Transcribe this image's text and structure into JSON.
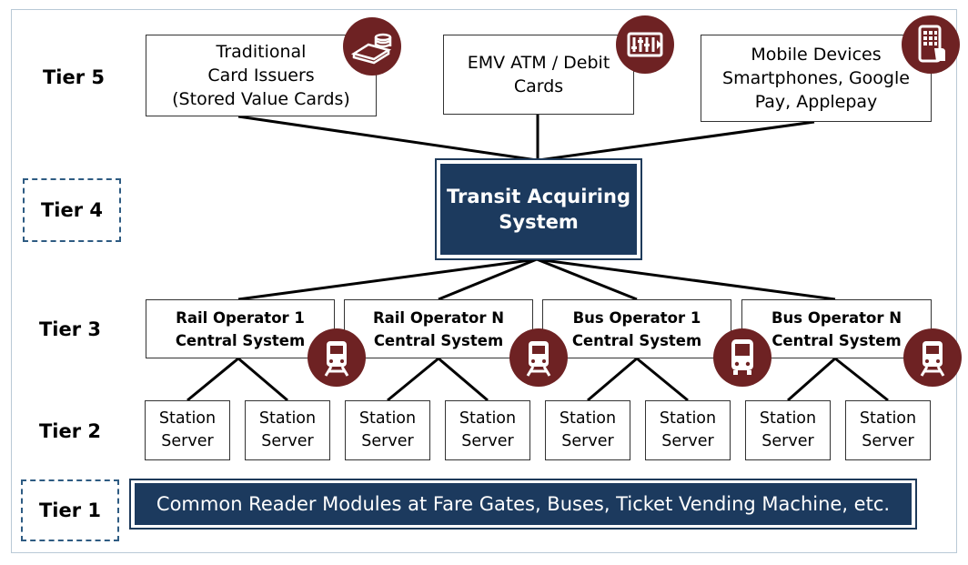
{
  "tiers": {
    "t5": "Tier 5",
    "t4": "Tier 4",
    "t3": "Tier 3",
    "t2": "Tier 2",
    "t1": "Tier 1"
  },
  "issuers": [
    {
      "label": "Traditional\nCard Issuers\n(Stored Value Cards)",
      "icon": "coin-stack-icon"
    },
    {
      "label": "EMV ATM / Debit\nCards",
      "icon": "atm-keypad-icon"
    },
    {
      "label": "Mobile Devices\nSmartphones, Google\nPay, Applepay",
      "icon": "phone-tap-icon"
    }
  ],
  "acquirer": "Transit Acquiring\nSystem",
  "operators": [
    {
      "label": "Rail Operator 1\nCentral System",
      "icon": "train-icon"
    },
    {
      "label": "Rail Operator N\nCentral System",
      "icon": "train-icon"
    },
    {
      "label": "Bus Operator 1\nCentral System",
      "icon": "bus-icon"
    },
    {
      "label": "Bus Operator N\nCentral System",
      "icon": "train-icon"
    }
  ],
  "station_server_label": "Station\nServer",
  "reader_modules": "Common Reader Modules at Fare Gates, Buses, Ticket Vending Machine, etc.",
  "colors": {
    "navy": "#1c3a5e",
    "icon_maroon": "#6e2223",
    "dashed_border": "#2e5b82"
  }
}
